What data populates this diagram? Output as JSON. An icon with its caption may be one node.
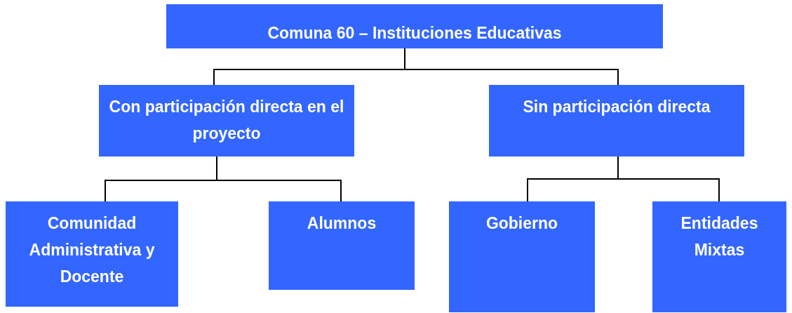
{
  "diagram": {
    "nodes": [
      {
        "text": [
          "Comuna 60 – Instituciones Educativas"
        ]
      },
      {
        "text": [
          "Con participación directa en el proyecto"
        ]
      },
      {
        "text": [
          "Sin participación directa"
        ]
      },
      {
        "text": [
          "Comunidad Administrativa y Docente"
        ]
      },
      {
        "text": [
          "Alumnos"
        ]
      },
      {
        "text": [
          "Gobierno"
        ]
      },
      {
        "text": [
          "Entidades Mixtas"
        ]
      }
    ],
    "edges": [
      {
        "from": 0,
        "to": 1,
        "arrow": "none"
      },
      {
        "from": 0,
        "to": 2,
        "arrow": "none"
      },
      {
        "from": 1,
        "to": 3,
        "arrow": "none"
      },
      {
        "from": 1,
        "to": 4,
        "arrow": "none"
      },
      {
        "from": 2,
        "to": 5,
        "arrow": "none"
      },
      {
        "from": 2,
        "to": 6,
        "arrow": "none"
      }
    ]
  }
}
